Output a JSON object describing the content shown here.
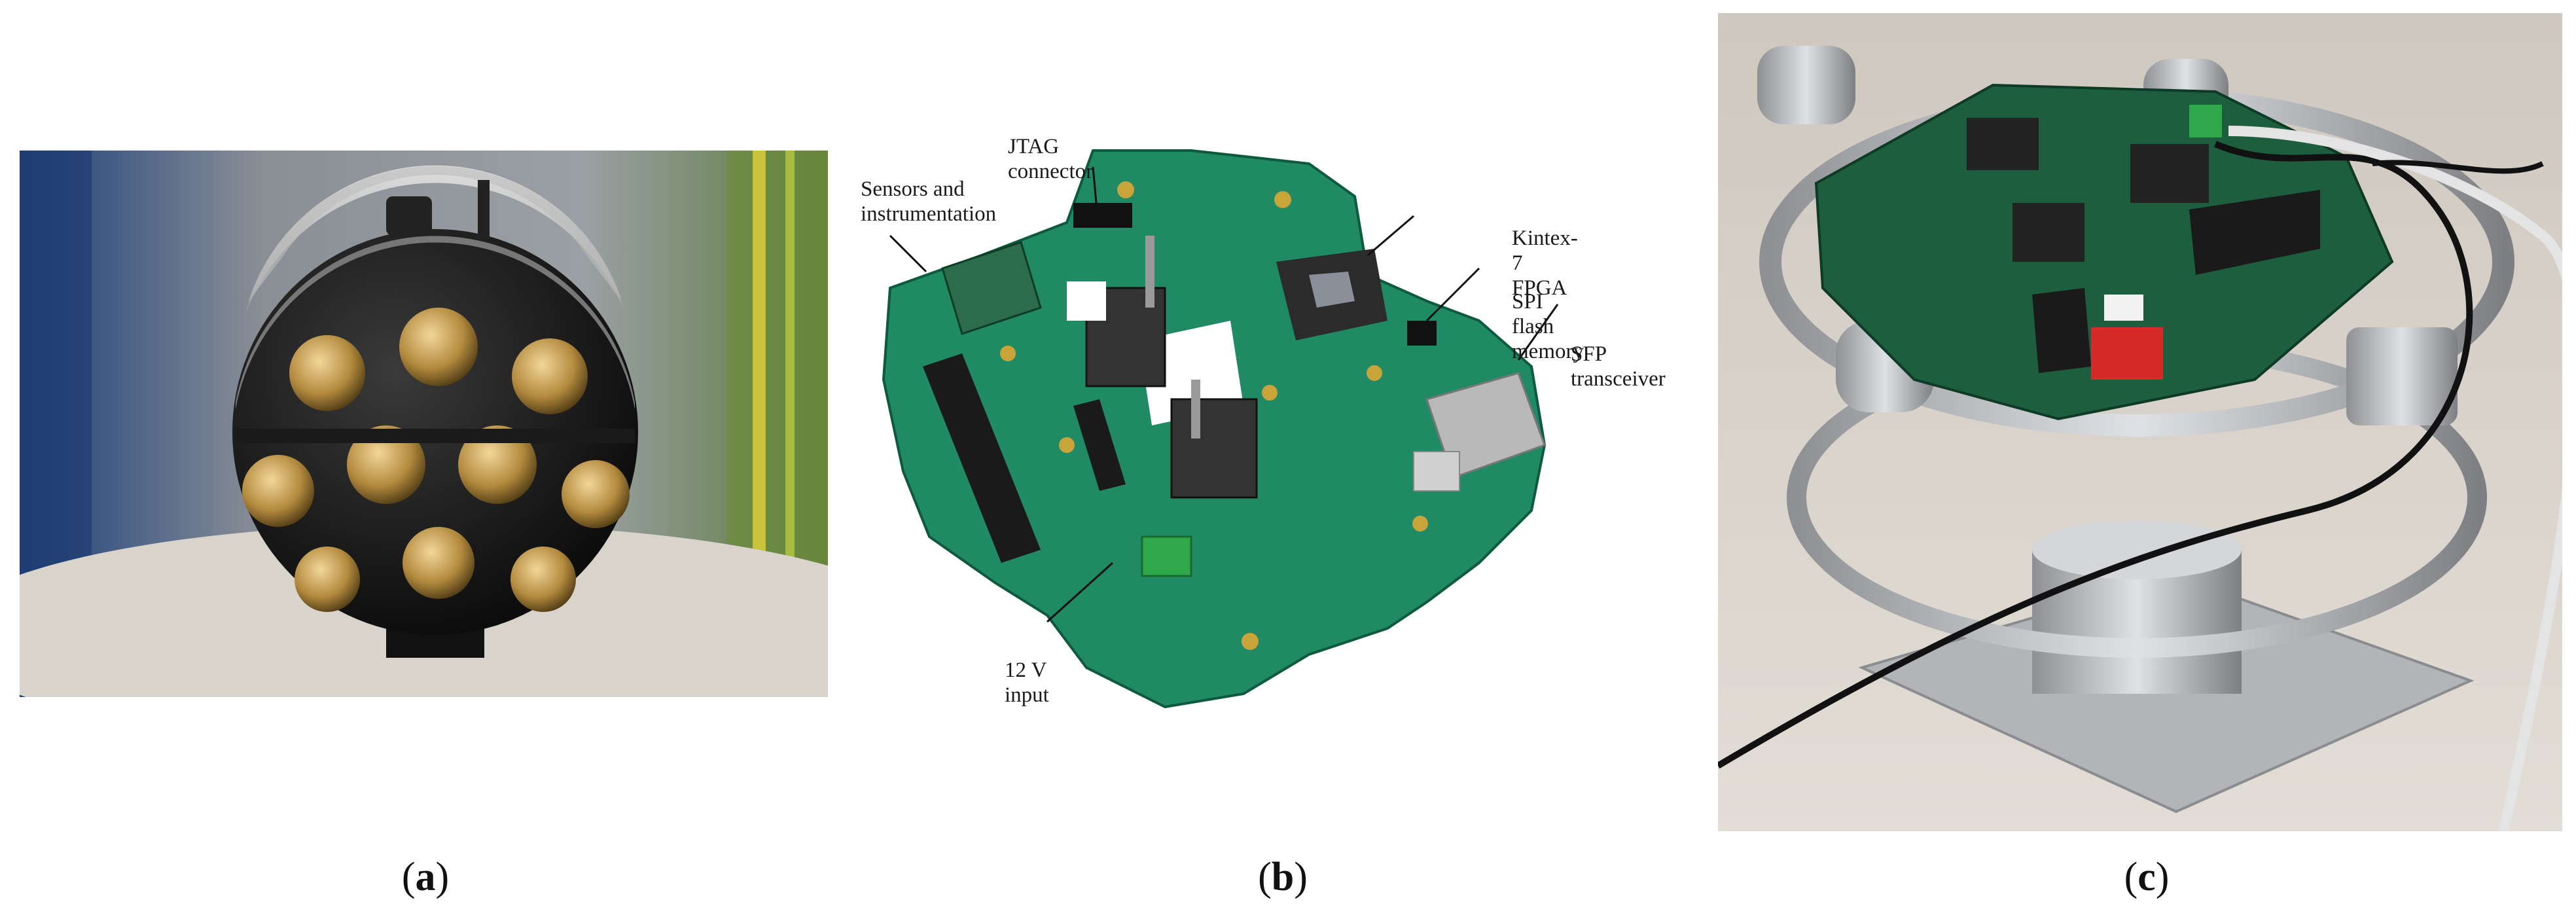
{
  "panels": [
    {
      "id": "a",
      "caption_open": "(",
      "caption_letter": "a",
      "caption_close": ")"
    },
    {
      "id": "b",
      "caption_open": "(",
      "caption_letter": "b",
      "caption_close": ")"
    },
    {
      "id": "c",
      "caption_open": "(",
      "caption_letter": "c",
      "caption_close": ")"
    }
  ],
  "board_labels": {
    "jtag": "JTAG connector",
    "sensors": "Sensors and\ninstrumentation",
    "fpga": "Kintex-7 FPGA",
    "spi": "SPI flash memory",
    "sfp": "SFP transceiver",
    "power": "12 V input"
  }
}
